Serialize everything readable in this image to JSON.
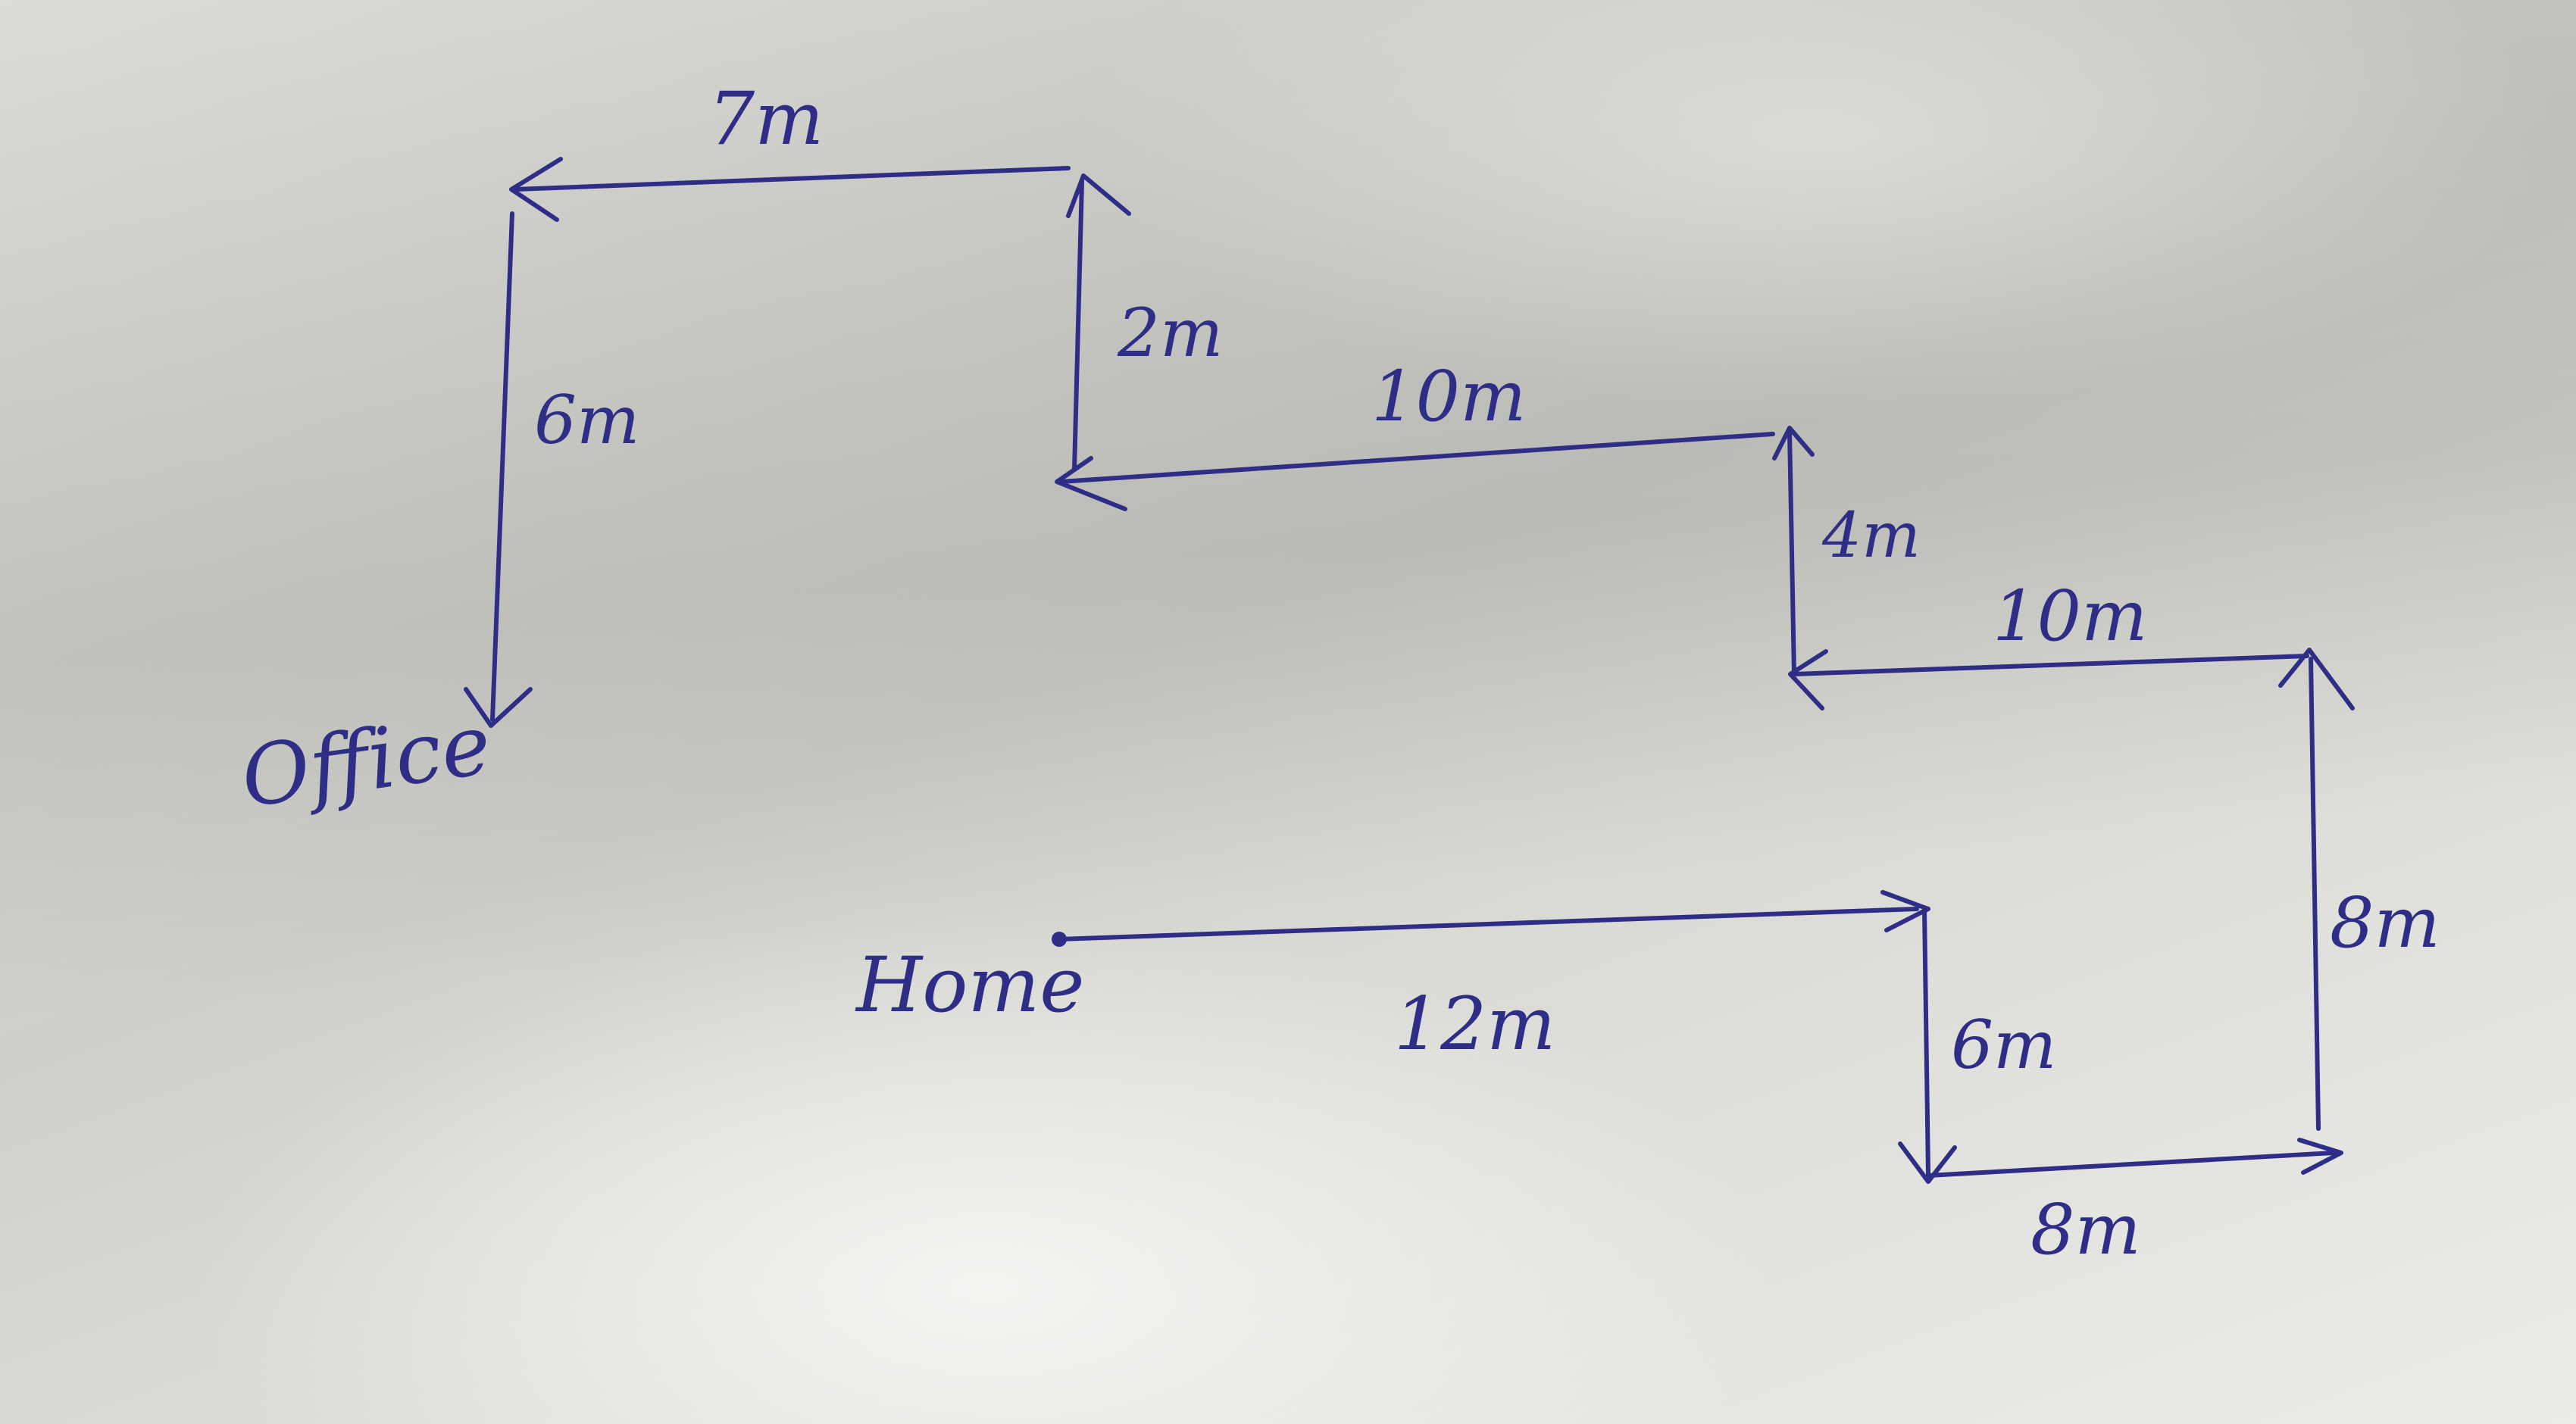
{
  "labels": {
    "home": "Home",
    "office": "Office"
  },
  "segments": [
    {
      "id": "seg-1",
      "label": "12m"
    },
    {
      "id": "seg-2",
      "label": "6m"
    },
    {
      "id": "seg-3",
      "label": "8m"
    },
    {
      "id": "seg-4",
      "label": "8m"
    },
    {
      "id": "seg-5",
      "label": "10m"
    },
    {
      "id": "seg-6",
      "label": "4m"
    },
    {
      "id": "seg-7",
      "label": "10m"
    },
    {
      "id": "seg-8",
      "label": "2m"
    },
    {
      "id": "seg-9",
      "label": "7m"
    },
    {
      "id": "seg-10",
      "label": "6m"
    }
  ],
  "colors": {
    "ink": "#2e2e86",
    "paper": "#dcdcd7"
  }
}
